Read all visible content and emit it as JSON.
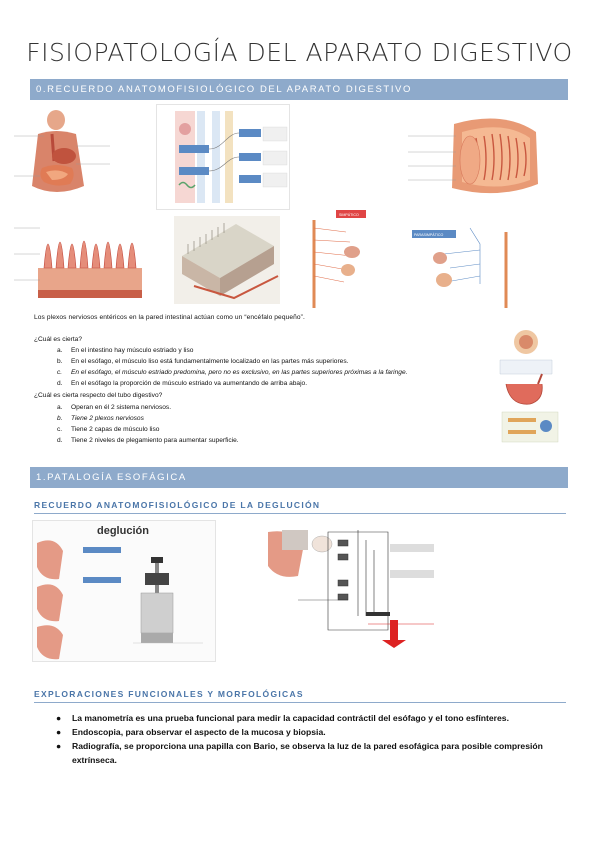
{
  "page": {
    "title": "FISIOPATOLOGÍA DEL APARATO DIGESTIVO"
  },
  "section0": {
    "heading": "0.RECUERDO ANATOMOFISIOLÓGICO DEL APARATO DIGESTIVO",
    "intro": "Los plexos nerviosos entéricos en la pared intestinal actúan como un “encéfalo pequeño”.",
    "q1": {
      "question": "¿Cuál es cierta?",
      "options": [
        {
          "letter": "a.",
          "text": "En el intestino hay músculo estriado y liso"
        },
        {
          "letter": "b.",
          "text": "En el esófago, el músculo liso está fundamentalmente localizado en las partes más superiores."
        },
        {
          "letter": "c.",
          "text": "En el esófago, el músculo estriado predomina, pero no es exclusivo, en las partes superiores próximas a la faringe."
        },
        {
          "letter": "d.",
          "text": "En el esófago la proporción de músculo estriado va aumentando de arriba abajo."
        }
      ]
    },
    "q2": {
      "question": "¿Cuál es cierta respecto del tubo digestivo?",
      "options": [
        {
          "letter": "a.",
          "text": "Operan en él 2 sistema nerviosos."
        },
        {
          "letter": "b.",
          "text": "Tiene 2 plexos nerviosos"
        },
        {
          "letter": "c.",
          "text": "Tiene 2 capas de músculo liso"
        },
        {
          "letter": "d.",
          "text": "Tiene 2 niveles de plegamiento para aumentar superficie."
        }
      ]
    },
    "figure_labels": {
      "simpatico": "SIMPÁTICO",
      "parasimpatico": "PARASIMPÁTICO"
    }
  },
  "section1": {
    "heading": "1.PATALOGÍA ESOFÁGICA",
    "sub1": "RECUERDO ANATOMOFISIOLÓGICO DE LA DEGLUCIÓN",
    "deglucion_title": "deglución",
    "sub2": "EXPLORACIONES FUNCIONALES Y MORFOLÓGICAS",
    "bullets": [
      "La manometría es una prueba funcional para medir la capacidad contráctil del esófago y el tono esfínteres.",
      "Endoscopia, para observar el aspecto de la mucosa y biopsia.",
      "Radiografía, se proporciona una papilla con Bario, se observa la luz de la pared esofágica para posible compresión extrínseca."
    ],
    "bullet_symbol": "●"
  }
}
